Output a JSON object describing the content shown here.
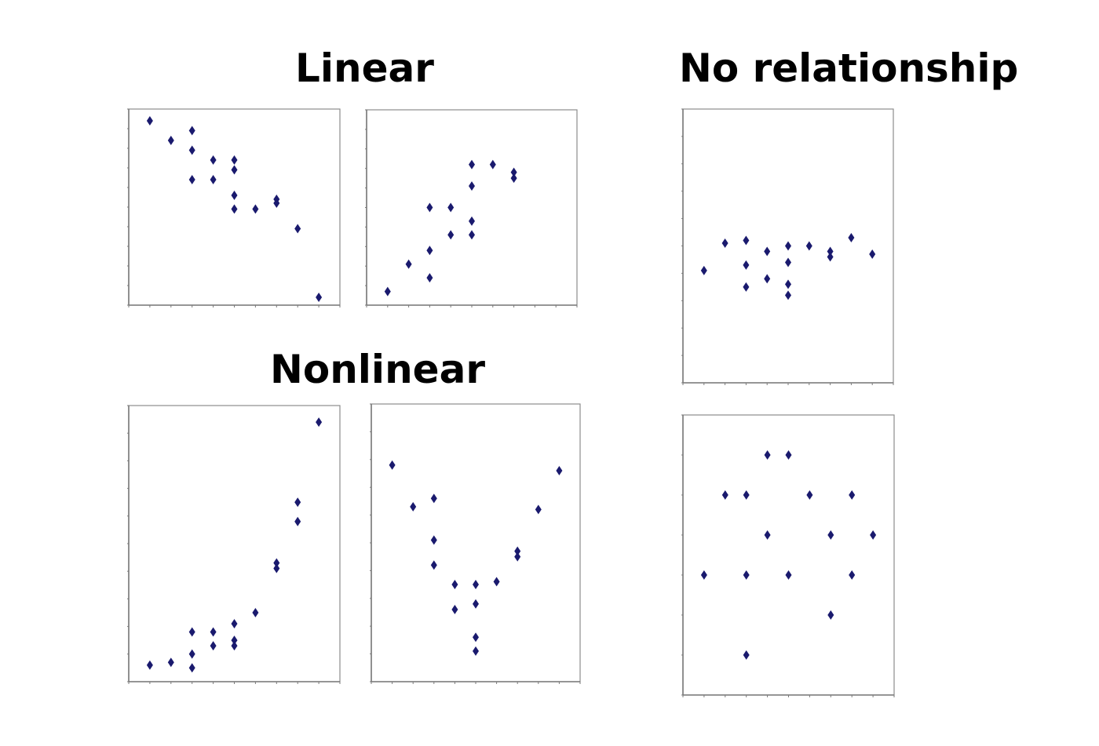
{
  "headings": {
    "linear": "Linear",
    "nonlinear": "Nonlinear",
    "no_relationship": "No relationship"
  },
  "colors": {
    "marker": "#1a1a6e",
    "frame": "#8c8c8c",
    "axis": "#7a7a7a"
  },
  "chart_data": [
    {
      "id": "linear-negative",
      "type": "scatter",
      "xlim": [
        0,
        10
      ],
      "ylim": [
        0,
        10
      ],
      "grid": false,
      "points": [
        [
          1,
          9.4
        ],
        [
          2,
          8.4
        ],
        [
          3,
          8.9
        ],
        [
          3,
          7.9
        ],
        [
          3,
          6.4
        ],
        [
          4,
          7.4
        ],
        [
          4,
          6.4
        ],
        [
          5,
          7.4
        ],
        [
          5,
          6.9
        ],
        [
          5,
          5.6
        ],
        [
          5,
          4.9
        ],
        [
          6,
          4.9
        ],
        [
          7,
          5.4
        ],
        [
          7,
          5.2
        ],
        [
          8,
          3.9
        ],
        [
          9,
          0.4
        ]
      ]
    },
    {
      "id": "linear-positive",
      "type": "scatter",
      "xlim": [
        0,
        10
      ],
      "ylim": [
        0,
        10
      ],
      "grid": false,
      "points": [
        [
          1,
          0.7
        ],
        [
          2,
          2.1
        ],
        [
          3,
          1.4
        ],
        [
          3,
          2.8
        ],
        [
          3,
          5.0
        ],
        [
          4,
          3.6
        ],
        [
          4,
          5.0
        ],
        [
          5,
          3.6
        ],
        [
          5,
          4.3
        ],
        [
          5,
          6.1
        ],
        [
          5,
          7.2
        ],
        [
          6,
          7.2
        ],
        [
          7,
          6.8
        ],
        [
          7,
          6.5
        ]
      ]
    },
    {
      "id": "nonlinear-exponential",
      "type": "scatter",
      "xlim": [
        0,
        10
      ],
      "ylim": [
        0,
        10
      ],
      "grid": false,
      "points": [
        [
          1,
          0.6
        ],
        [
          2,
          0.7
        ],
        [
          3,
          1.8
        ],
        [
          3,
          1.0
        ],
        [
          3,
          0.5
        ],
        [
          4,
          1.8
        ],
        [
          4,
          1.3
        ],
        [
          5,
          2.1
        ],
        [
          5,
          1.5
        ],
        [
          5,
          1.3
        ],
        [
          6,
          2.5
        ],
        [
          7,
          4.3
        ],
        [
          7,
          4.1
        ],
        [
          8,
          6.5
        ],
        [
          8,
          5.8
        ],
        [
          9,
          9.4
        ]
      ]
    },
    {
      "id": "nonlinear-quadratic",
      "type": "scatter",
      "xlim": [
        0,
        10
      ],
      "ylim": [
        0,
        10
      ],
      "grid": false,
      "points": [
        [
          1,
          7.8
        ],
        [
          2,
          6.3
        ],
        [
          3,
          6.6
        ],
        [
          3,
          5.1
        ],
        [
          3,
          4.2
        ],
        [
          4,
          3.5
        ],
        [
          4,
          2.6
        ],
        [
          5,
          3.5
        ],
        [
          5,
          2.8
        ],
        [
          5,
          1.6
        ],
        [
          5,
          1.1
        ],
        [
          6,
          3.6
        ],
        [
          7,
          4.7
        ],
        [
          7,
          4.5
        ],
        [
          8,
          6.2
        ],
        [
          9,
          7.6
        ]
      ]
    },
    {
      "id": "no-relationship-flat",
      "type": "scatter",
      "xlim": [
        0,
        10
      ],
      "ylim": [
        0,
        10
      ],
      "grid": false,
      "points": [
        [
          1,
          4.1
        ],
        [
          2,
          5.1
        ],
        [
          3,
          5.2
        ],
        [
          3,
          4.3
        ],
        [
          3,
          3.5
        ],
        [
          4,
          4.8
        ],
        [
          4,
          3.8
        ],
        [
          5,
          5.0
        ],
        [
          5,
          4.4
        ],
        [
          5,
          3.6
        ],
        [
          5,
          3.2
        ],
        [
          6,
          5.0
        ],
        [
          7,
          4.8
        ],
        [
          7,
          4.6
        ],
        [
          8,
          5.3
        ],
        [
          9,
          4.7
        ]
      ]
    },
    {
      "id": "no-relationship-scattered",
      "type": "scatter",
      "xlim": [
        0,
        10
      ],
      "ylim": [
        0,
        7
      ],
      "grid": false,
      "points": [
        [
          1,
          3
        ],
        [
          2,
          5
        ],
        [
          3,
          5
        ],
        [
          3,
          3
        ],
        [
          3,
          1
        ],
        [
          4,
          6
        ],
        [
          4,
          4
        ],
        [
          5,
          6
        ],
        [
          5,
          3
        ],
        [
          6,
          5
        ],
        [
          7,
          4
        ],
        [
          7,
          2
        ],
        [
          8,
          5
        ],
        [
          8,
          3
        ],
        [
          9,
          4
        ]
      ]
    }
  ]
}
